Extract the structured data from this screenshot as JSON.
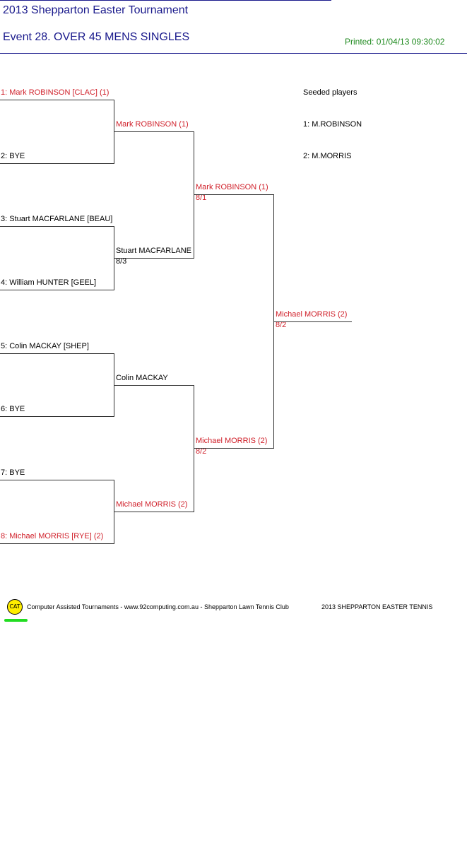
{
  "header": {
    "tournament_title": "2013 Shepparton Easter Tournament",
    "event_title": "Event 28. OVER 45 MENS SINGLES",
    "printed": "Printed: 01/04/13 09:30:02"
  },
  "draw": {
    "round1": [
      {
        "label": "1: Mark ROBINSON [CLAC] (1)",
        "highlight": true
      },
      {
        "label": "2: BYE",
        "highlight": false
      },
      {
        "label": "3: Stuart MACFARLANE [BEAU]",
        "highlight": false
      },
      {
        "label": "4: William HUNTER [GEEL]",
        "highlight": false
      },
      {
        "label": "5: Colin MACKAY [SHEP]",
        "highlight": false
      },
      {
        "label": "6: BYE",
        "highlight": false
      },
      {
        "label": "7: BYE",
        "highlight": false
      },
      {
        "label": "8: Michael MORRIS [RYE] (2)",
        "highlight": true
      }
    ],
    "round2": [
      {
        "label": "Mark ROBINSON (1)",
        "score": "",
        "highlight": true
      },
      {
        "label": "Stuart MACFARLANE",
        "score": "8/3",
        "highlight": false
      },
      {
        "label": "Colin MACKAY",
        "score": "",
        "highlight": false
      },
      {
        "label": "Michael MORRIS (2)",
        "score": "",
        "highlight": true
      }
    ],
    "round3": [
      {
        "label": "Mark ROBINSON (1)",
        "score": "8/1",
        "highlight": true
      },
      {
        "label": "Michael MORRIS (2)",
        "score": "8/2",
        "highlight": true
      }
    ],
    "winner": {
      "label": "Michael MORRIS (2)",
      "score": "8/2",
      "highlight": true
    }
  },
  "seeded": {
    "heading": "Seeded players",
    "players": [
      "1: M.ROBINSON",
      "2: M.MORRIS"
    ]
  },
  "footer": {
    "logo_text": "CAT",
    "credit": "Computer Assisted Tournaments - www.92computing.com.au -  Shepparton Lawn Tennis Club",
    "event_name": "2013 SHEPPARTON EASTER TENNIS"
  },
  "colors": {
    "title_blue": "#1a1a8c",
    "highlight_red": "#d0202a",
    "printed_green": "#1f8a1f",
    "logo_yellow": "#ffee00",
    "logo_green": "#22dd22"
  }
}
